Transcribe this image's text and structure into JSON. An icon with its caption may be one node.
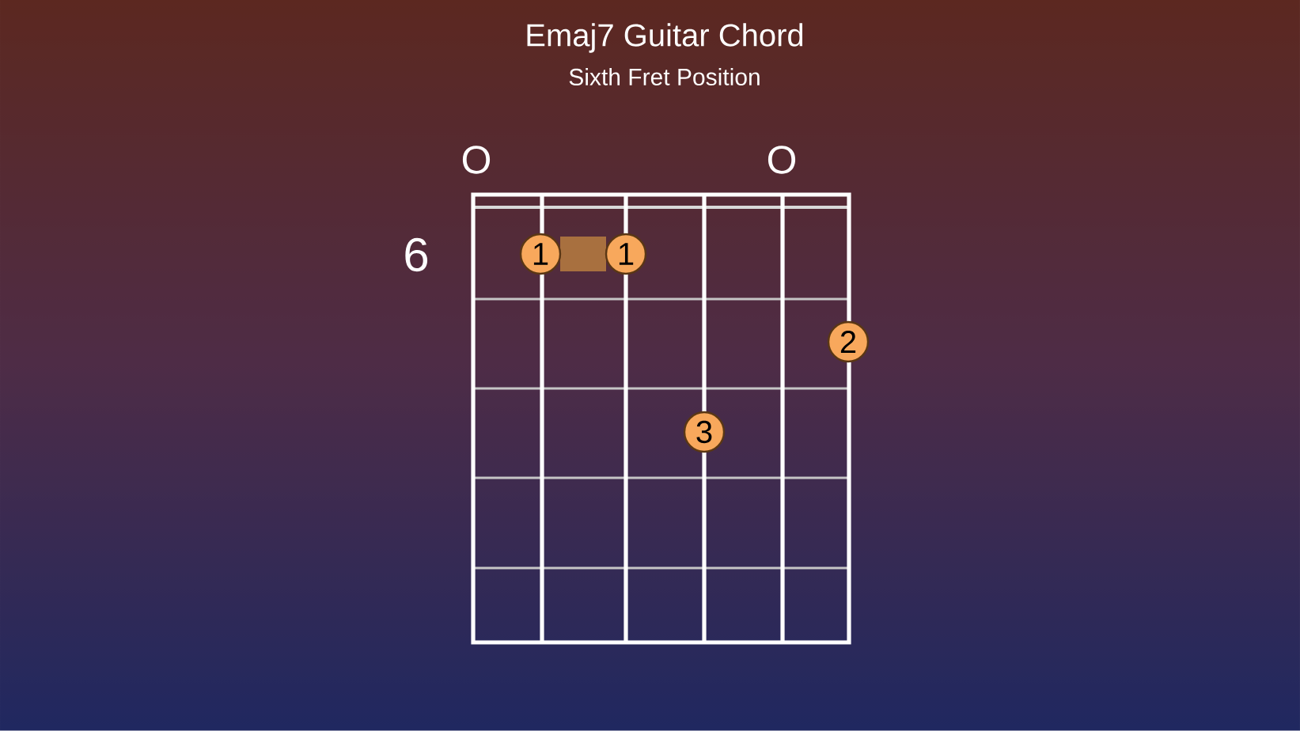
{
  "diagram": {
    "title": "Emaj7 Guitar Chord",
    "nodes": [
      {
        "text": [
          "1"
        ]
      },
      {
        "text": [
          "1"
        ]
      },
      {
        "text": [
          "2"
        ]
      },
      {
        "text": [
          "3"
        ]
      }
    ],
    "edges": [
      {
        "from": 0,
        "to": 1,
        "arrow": "none",
        "color": "#a8703f"
      }
    ],
    "labels": [
      "Sixth Fret Position",
      "O",
      "O",
      "6"
    ]
  }
}
